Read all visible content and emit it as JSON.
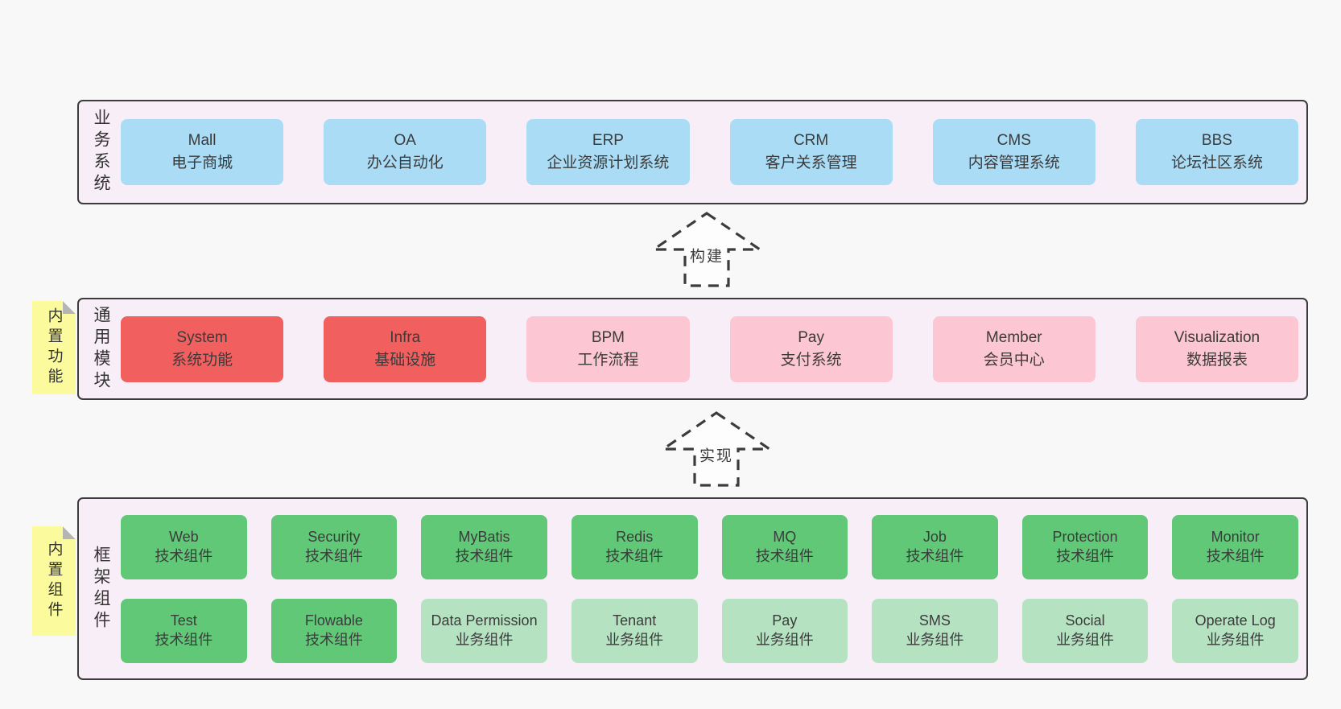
{
  "colors": {
    "page_bg": "#f8f8f8",
    "container_bg": "#f8eef7",
    "container_border": "#3c3c3c",
    "text": "#3b3b3b",
    "blue_box": "#aadcf6",
    "red_box": "#f25f5f",
    "pink_box": "#fcc7d2",
    "green_box": "#61c878",
    "light_green_box": "#b5e3c2",
    "note_bg": "#fbfb9e",
    "note_fold": "#b5b5b5",
    "arrow_fill": "#fdfdfd",
    "arrow_stroke": "#3c3c3c"
  },
  "layers": [
    {
      "label": "业务系统",
      "boxes": [
        {
          "title": "Mall",
          "subtitle": "电子商城"
        },
        {
          "title": "OA",
          "subtitle": "办公自动化"
        },
        {
          "title": "ERP",
          "subtitle": "企业资源计划系统"
        },
        {
          "title": "CRM",
          "subtitle": "客户关系管理"
        },
        {
          "title": "CMS",
          "subtitle": "内容管理系统"
        },
        {
          "title": "BBS",
          "subtitle": "论坛社区系统"
        }
      ]
    },
    {
      "label": "通用模块",
      "note": "内置功能",
      "boxes": [
        {
          "title": "System",
          "subtitle": "系统功能",
          "emphasis": true
        },
        {
          "title": "Infra",
          "subtitle": "基础设施",
          "emphasis": true
        },
        {
          "title": "BPM",
          "subtitle": "工作流程",
          "emphasis": false
        },
        {
          "title": "Pay",
          "subtitle": "支付系统",
          "emphasis": false
        },
        {
          "title": "Member",
          "subtitle": "会员中心",
          "emphasis": false
        },
        {
          "title": "Visualization",
          "subtitle": "数据报表",
          "emphasis": false
        }
      ]
    },
    {
      "label": "框架组件",
      "note": "内置组件",
      "boxes": [
        {
          "title": "Web",
          "subtitle": "技术组件"
        },
        {
          "title": "Security",
          "subtitle": "技术组件"
        },
        {
          "title": "MyBatis",
          "subtitle": "技术组件"
        },
        {
          "title": "Redis",
          "subtitle": "技术组件"
        },
        {
          "title": "MQ",
          "subtitle": "技术组件"
        },
        {
          "title": "Job",
          "subtitle": "技术组件"
        },
        {
          "title": "Protection",
          "subtitle": "技术组件"
        },
        {
          "title": "Monitor",
          "subtitle": "技术组件"
        },
        {
          "title": "Test",
          "subtitle": "技术组件"
        },
        {
          "title": "Flowable",
          "subtitle": "技术组件"
        },
        {
          "title": "Data Permission",
          "subtitle": "业务组件"
        },
        {
          "title": "Tenant",
          "subtitle": "业务组件"
        },
        {
          "title": "Pay",
          "subtitle": "业务组件"
        },
        {
          "title": "SMS",
          "subtitle": "业务组件"
        },
        {
          "title": "Social",
          "subtitle": "业务组件"
        },
        {
          "title": "Operate Log",
          "subtitle": "业务组件"
        }
      ]
    }
  ],
  "arrows": [
    {
      "label": "构建"
    },
    {
      "label": "实现"
    }
  ]
}
